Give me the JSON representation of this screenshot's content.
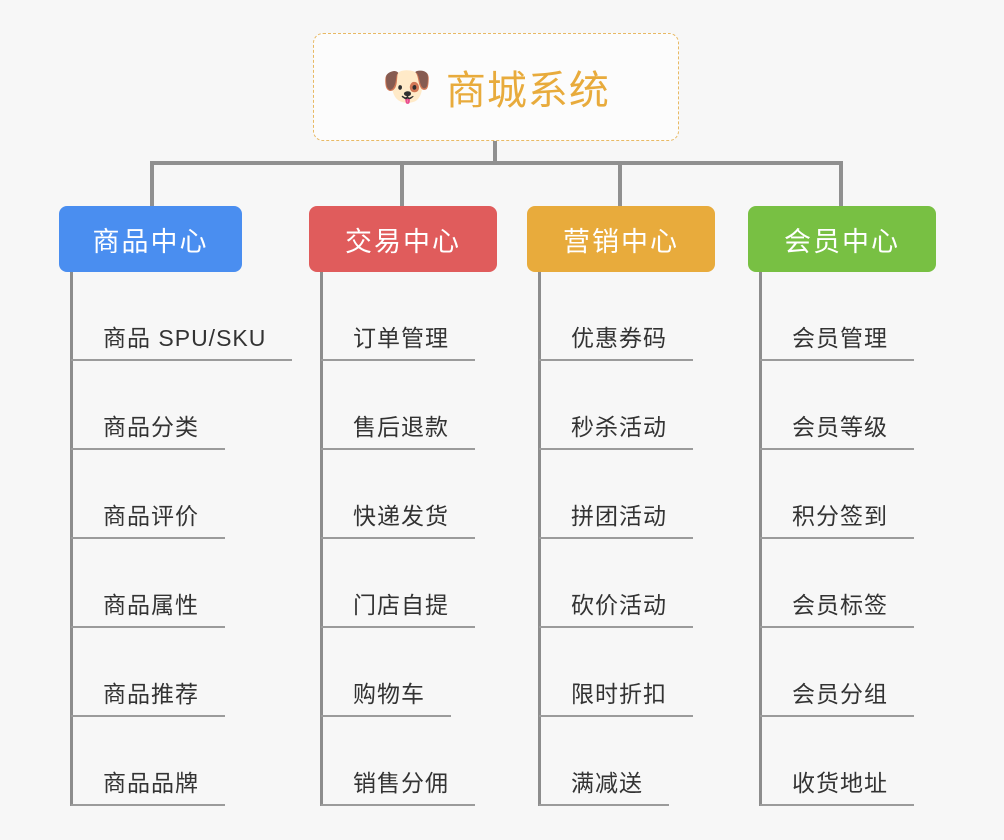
{
  "diagram": {
    "type": "mind-map",
    "background_color": "#f7f7f7",
    "root": {
      "icon": "shiba-dog-face-icon",
      "icon_glyph": "🐶",
      "title": "商城系统",
      "text_color": "#e8ab3c",
      "border_color": "#e8b964",
      "border_style": "dashed"
    },
    "connector_color": "#909090",
    "branches": [
      {
        "id": "product-center",
        "label": "商品中心",
        "color": "#4a8ef0",
        "items": [
          {
            "label": "商品 SPU/SKU"
          },
          {
            "label": "商品分类"
          },
          {
            "label": "商品评价"
          },
          {
            "label": "商品属性"
          },
          {
            "label": "商品推荐"
          },
          {
            "label": "商品品牌"
          }
        ]
      },
      {
        "id": "trade-center",
        "label": "交易中心",
        "color": "#e05c5c",
        "items": [
          {
            "label": "订单管理"
          },
          {
            "label": "售后退款"
          },
          {
            "label": "快递发货"
          },
          {
            "label": "门店自提"
          },
          {
            "label": "购物车"
          },
          {
            "label": "销售分佣"
          }
        ]
      },
      {
        "id": "marketing-center",
        "label": "营销中心",
        "color": "#e8ab3c",
        "items": [
          {
            "label": "优惠券码"
          },
          {
            "label": "秒杀活动"
          },
          {
            "label": "拼团活动"
          },
          {
            "label": "砍价活动"
          },
          {
            "label": "限时折扣"
          },
          {
            "label": "满减送"
          }
        ]
      },
      {
        "id": "member-center",
        "label": "会员中心",
        "color": "#78c043",
        "items": [
          {
            "label": "会员管理"
          },
          {
            "label": "会员等级"
          },
          {
            "label": "积分签到"
          },
          {
            "label": "会员标签"
          },
          {
            "label": "会员分组"
          },
          {
            "label": "收货地址"
          }
        ]
      }
    ]
  }
}
